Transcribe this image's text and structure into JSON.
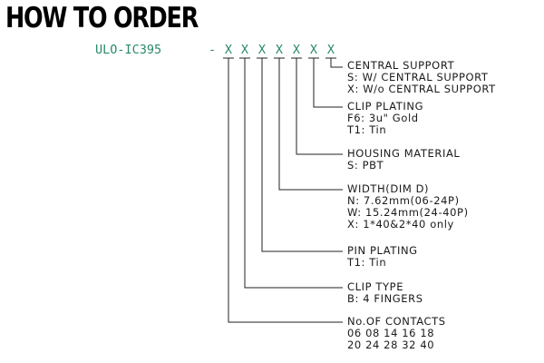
{
  "title": "HOW TO ORDER",
  "code": {
    "prefix": "ULO-IC395",
    "separator": "-",
    "positions": [
      "X",
      "X",
      "X",
      "X",
      "X",
      "X",
      "X"
    ]
  },
  "groups": [
    {
      "id": "central-support",
      "head": "CENTRAL SUPPORT",
      "options": [
        "S: W/ CENTRAL SUPPORT",
        "X: W/o CENTRAL SUPPORT"
      ]
    },
    {
      "id": "clip-plating",
      "head": "CLIP PLATING",
      "options": [
        "F6: 3u\" Gold",
        "T1: Tin"
      ]
    },
    {
      "id": "housing-material",
      "head": "HOUSING MATERIAL",
      "options": [
        "S: PBT"
      ]
    },
    {
      "id": "width",
      "head": "WIDTH(DIM D)",
      "options": [
        "N: 7.62mm(06-24P)",
        "W: 15.24mm(24-40P)",
        "X: 1*40&2*40 only"
      ]
    },
    {
      "id": "pin-plating",
      "head": "PIN PLATING",
      "options": [
        "T1: Tin"
      ]
    },
    {
      "id": "clip-type",
      "head": "CLIP TYPE",
      "options": [
        "B: 4 FINGERS"
      ]
    },
    {
      "id": "no-of-contacts",
      "head": "No.OF CONTACTS",
      "options": [
        "06 08 14 16 18",
        "20 24 28 32 40"
      ]
    }
  ]
}
